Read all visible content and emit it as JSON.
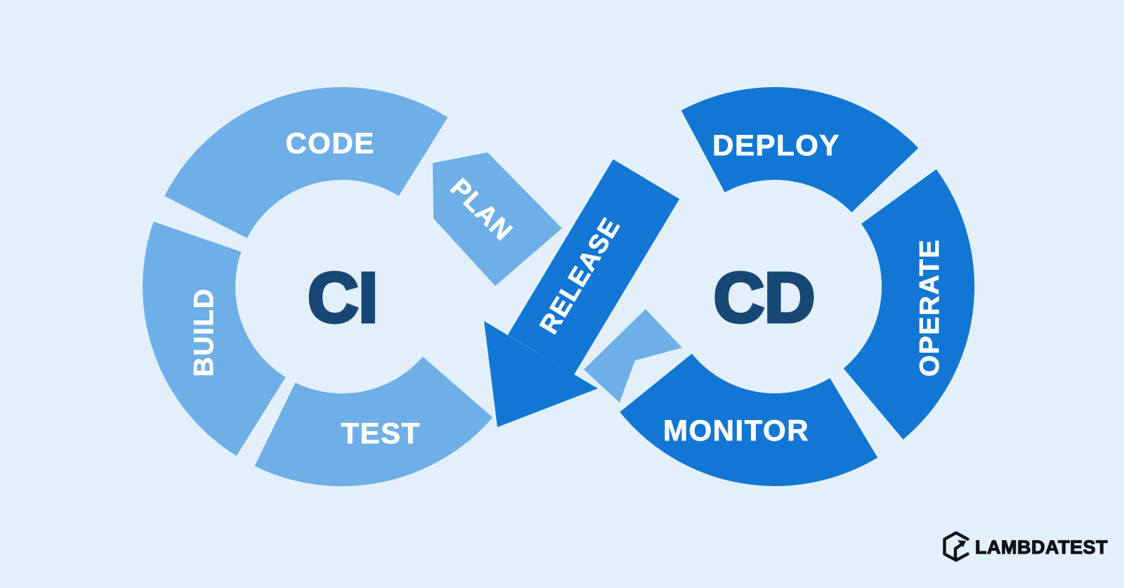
{
  "diagram_type": "ci-cd-devops-infinity-loop",
  "colors": {
    "background": "#E3F0FB",
    "ci_loop_segment": "#6FAFE7",
    "cd_loop_segment": "#1277D4",
    "loop_center_text": "#174875",
    "segment_label_text": "#FFFFFF",
    "logo": "#0E1216"
  },
  "loops": {
    "ci": {
      "center_label": "CI",
      "segments": {
        "code": "CODE",
        "plan": "PLAN",
        "build": "BUILD",
        "test": "TEST"
      }
    },
    "cd": {
      "center_label": "CD",
      "segments": {
        "release": "RELEASE",
        "deploy": "DEPLOY",
        "operate": "OPERATE",
        "monitor": "MONITOR"
      }
    }
  },
  "logo": {
    "wordmark": "LAMBDATEST",
    "icon": "lambdatest-hexagon-arrow-icon"
  }
}
